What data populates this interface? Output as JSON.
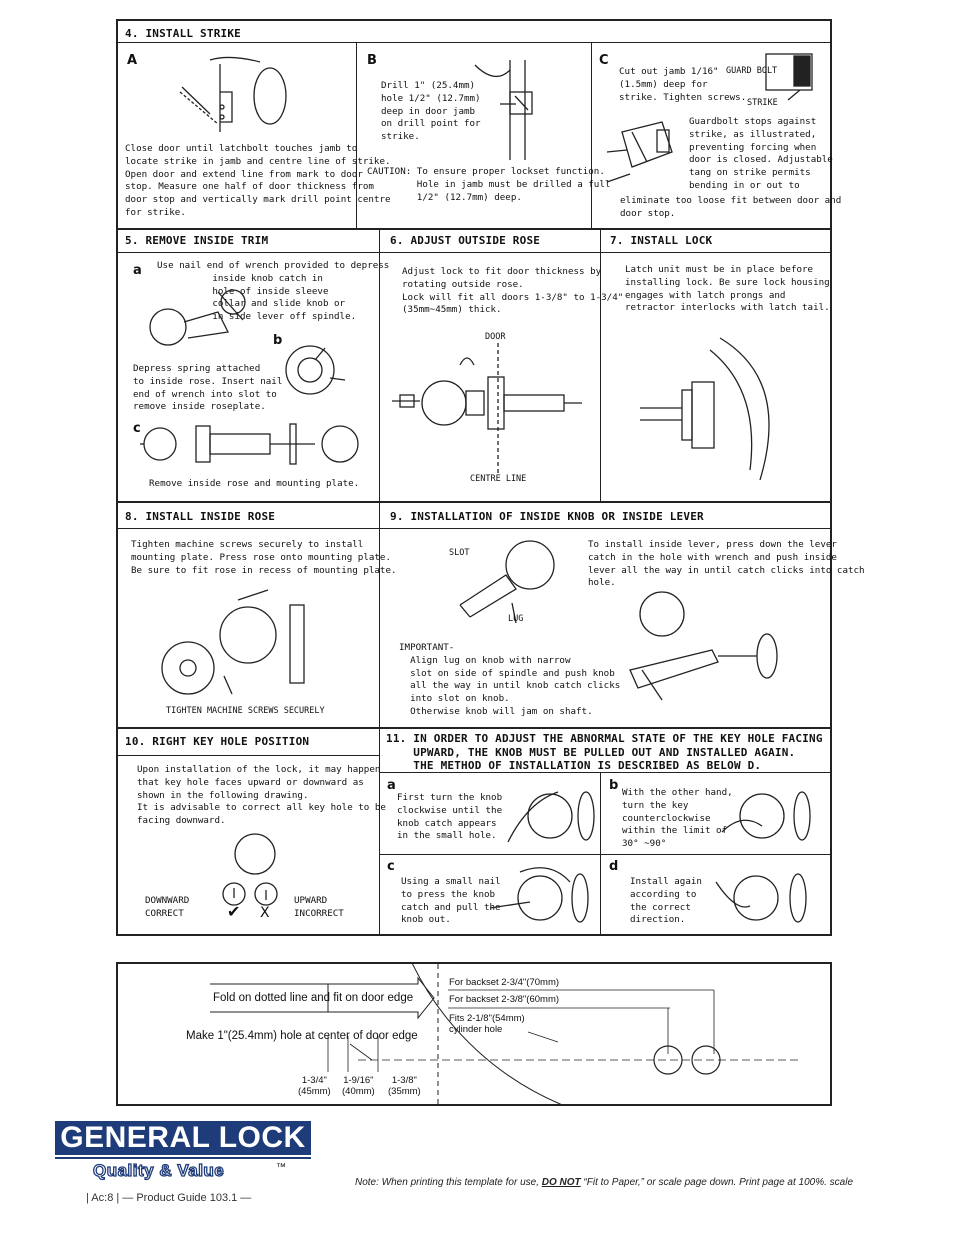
{
  "s4": {
    "title": "4. INSTALL STRIKE",
    "a": {
      "label": "A",
      "text": "Close door until latchbolt touches jamb to\nlocate strike in jamb and centre line of strike.\nOpen door and extend line from mark to door\nstop. Measure one half of door thickness from\ndoor stop and vertically mark drill point centre\nfor strike."
    },
    "b": {
      "label": "B",
      "text": "Drill 1\" (25.4mm)\nhole 1/2\" (12.7mm)\ndeep in door jamb\non drill point for\nstrike.",
      "caution": "CAUTION: To ensure proper lockset function.\n         Hole in jamb must be drilled a full\n         1/2\" (12.7mm) deep."
    },
    "c": {
      "label": "C",
      "text1": "Cut out jamb 1/16\"\n(1.5mm) deep for\nstrike. Tighten screws.",
      "guard": "GUARD BOLT",
      "strike": "STRIKE",
      "text2": "Guardbolt stops against\nstrike, as illustrated,\npreventing forcing when\ndoor is closed. Adjustable\ntang on strike permits\nbending in or out to",
      "text3": "eliminate too loose fit between door and\ndoor stop."
    }
  },
  "s5": {
    "title": "5. REMOVE INSIDE TRIM",
    "a": {
      "label": "a",
      "text": "Use nail end of wrench provided to depress\n          inside knob catch in\n          hole of inside sleeve\n          collar and slide knob or\n          in side lever off spindle."
    },
    "b": {
      "label": "b",
      "text": "Depress spring attached\nto inside rose. Insert nail\nend of wrench into slot to\nremove inside roseplate."
    },
    "c": {
      "label": "c",
      "caption": "Remove inside rose and mounting plate."
    }
  },
  "s6": {
    "title": "6. ADJUST OUTSIDE ROSE",
    "text": "Adjust lock to fit door thickness by\nrotating outside rose.\nLock will fit all doors 1-3/8\" to 1-3/4\"\n(35mm~45mm) thick.",
    "door": "DOOR",
    "centre": "CENTRE LINE"
  },
  "s7": {
    "title": "7. INSTALL LOCK",
    "text": "Latch unit must be in place before\ninstalling lock. Be sure lock housing\nengages with latch prongs and\nretractor interlocks with latch tail."
  },
  "s8": {
    "title": "8. INSTALL INSIDE ROSE",
    "text": "Tighten machine screws securely to install\nmounting plate. Press rose onto mounting plate.\nBe sure to fit rose in recess of mounting plate.",
    "caption": "TIGHTEN MACHINE SCREWS SECURELY"
  },
  "s9": {
    "title": "9. INSTALLATION OF INSIDE KNOB OR INSIDE LEVER",
    "slot": "SLOT",
    "lug": "LUG",
    "important": "IMPORTANT-\n  Align lug on knob with narrow\n  slot on side of spindle and push knob\n  all the way in until knob catch clicks\n  into slot on knob.\n  Otherwise knob will jam on shaft.",
    "lever": "To install inside lever, press down the lever\ncatch in the hole with wrench and push inside\nlever all the way in until catch clicks into catch\nhole."
  },
  "s10": {
    "title": "10. RIGHT KEY HOLE POSITION",
    "text": "Upon installation of the lock, it may happen\nthat key hole faces upward or downward as\nshown in the following drawing.\nIt is advisable to correct all key hole to be\nfacing downward.",
    "down": "DOWNWARD\nCORRECT",
    "up": "UPWARD\nINCORRECT",
    "check": "✔",
    "x": "X"
  },
  "s11": {
    "title": "11. IN ORDER TO ADJUST THE ABNORMAL STATE OF THE KEY HOLE FACING\n    UPWARD, THE KNOB MUST BE PULLED OUT AND INSTALLED AGAIN.\n    THE METHOD OF INSTALLATION IS DESCRIBED AS BELOW D.",
    "a": {
      "label": "a",
      "text": "First turn the knob\nclockwise until the\nknob catch appears\nin the small hole."
    },
    "b": {
      "label": "b",
      "text": "With the other hand,\nturn the key\ncounterclockwise\nwithin the limit of\n30° ~90°"
    },
    "c": {
      "label": "c",
      "text": "Using a small nail\nto press the knob\ncatch and pull the\nknob out."
    },
    "d": {
      "label": "d",
      "text": "Install again\naccording to\nthe correct\ndirection."
    }
  },
  "template": {
    "fold": "Fold on dotted line and fit on door edge",
    "hole": "Make 1\"(25.4mm) hole at center of door edge",
    "bs70": "For backset 2-3/4\"(70mm)",
    "bs60": "For backset 2-3/8\"(60mm)",
    "fits": "Fits 2-1/8\"(54mm)\ncylinder hole",
    "m1": "1-3/4\"\n(45mm)",
    "m2": "1-9/16\"\n(40mm)",
    "m3": "1-3/8\"\n(35mm)"
  },
  "footer": {
    "brand": "GENERAL LOCK",
    "tagline": "Quality & Value",
    "tm": "™",
    "guide": "| Ac:8 | — Product Guide 103.1 —",
    "note_pre": "Note: When printing this template for use, ",
    "note_emph": "DO NOT",
    "note_post": " “Fit to Paper,” or scale page down. Print page at 100%. scale"
  }
}
